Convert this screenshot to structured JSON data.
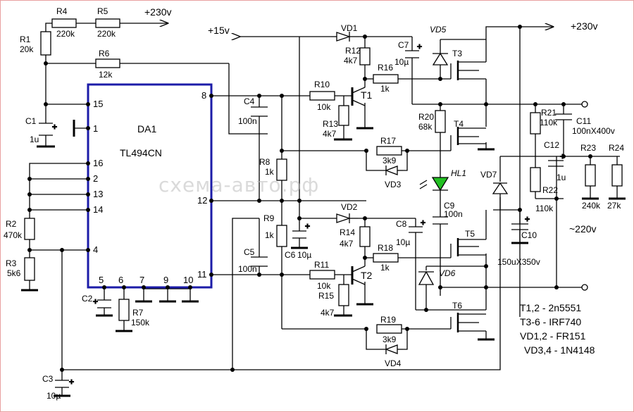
{
  "ic": {
    "name": "DA1",
    "part": "TL494CN",
    "pins": [
      "15",
      "1",
      "16",
      "2",
      "13",
      "14",
      "4",
      "5",
      "6",
      "7",
      "9",
      "10",
      "8",
      "12",
      "11"
    ]
  },
  "rails": {
    "v230_top": "+230v",
    "v15": "+15v",
    "v230_right": "+230v",
    "ac": "~220v"
  },
  "parts": {
    "R1": [
      "R1",
      "20k"
    ],
    "R4": [
      "R4",
      "220k"
    ],
    "R5": [
      "R5",
      "220k"
    ],
    "R6": [
      "R6",
      "12k"
    ],
    "R2": [
      "R2",
      "470k"
    ],
    "R3": [
      "R3",
      "5k6"
    ],
    "R7": [
      "R7",
      "150k"
    ],
    "R8": [
      "R8",
      "1k"
    ],
    "R9": [
      "R9",
      "1k"
    ],
    "R10": [
      "R10",
      "10k"
    ],
    "R11": [
      "R11",
      "10k"
    ],
    "R12": [
      "R12",
      "4k7"
    ],
    "R13": [
      "R13",
      "4k7"
    ],
    "R14": [
      "R14",
      "4k7"
    ],
    "R15": [
      "R15",
      "4k7"
    ],
    "R16": [
      "R16",
      "1k"
    ],
    "R17": [
      "R17",
      "3k9"
    ],
    "R18": [
      "R18",
      "1k"
    ],
    "R19": [
      "R19",
      "3k9"
    ],
    "R20": [
      "R20",
      "68k"
    ],
    "R21": [
      "R21",
      "110k"
    ],
    "R22": [
      "R22",
      "110k"
    ],
    "R23": [
      "R23",
      "240k"
    ],
    "R24": [
      "R24",
      "27k"
    ],
    "C1": [
      "C1",
      "1u"
    ],
    "C2": [
      "C2"
    ],
    "C3": [
      "C3",
      "10µ"
    ],
    "C4": [
      "C4",
      "100n"
    ],
    "C5": [
      "C5",
      "100n"
    ],
    "C6": [
      "C6",
      "10µ"
    ],
    "C7": [
      "C7",
      "10µ"
    ],
    "C8": [
      "C8",
      "10µ"
    ],
    "C9": [
      "C9",
      "100n"
    ],
    "C10": [
      "C10",
      "150uX350v"
    ],
    "C11": [
      "C11",
      "100nX400v"
    ],
    "C12": [
      "C12",
      "1u"
    ],
    "VD1": "VD1",
    "VD2": "VD2",
    "VD3": "VD3",
    "VD4": "VD4",
    "VD5": "VD5",
    "VD6": "VD6",
    "VD7": "VD7",
    "HL1": "HL1",
    "T1": "T1",
    "T2": "T2",
    "T3": "T3",
    "T4": "T4",
    "T5": "T5",
    "T6": "T6"
  },
  "notes": [
    "T1,2 - 2n5551",
    "T3-6 - IRF740",
    "VD1,2 - FR151",
    "VD3,4 - 1N4148"
  ],
  "watermark": "схема-авто.рф",
  "colors": {
    "ic_border": "#1c1ca8",
    "led": "#22c022",
    "frame": "#e8a0a0"
  }
}
